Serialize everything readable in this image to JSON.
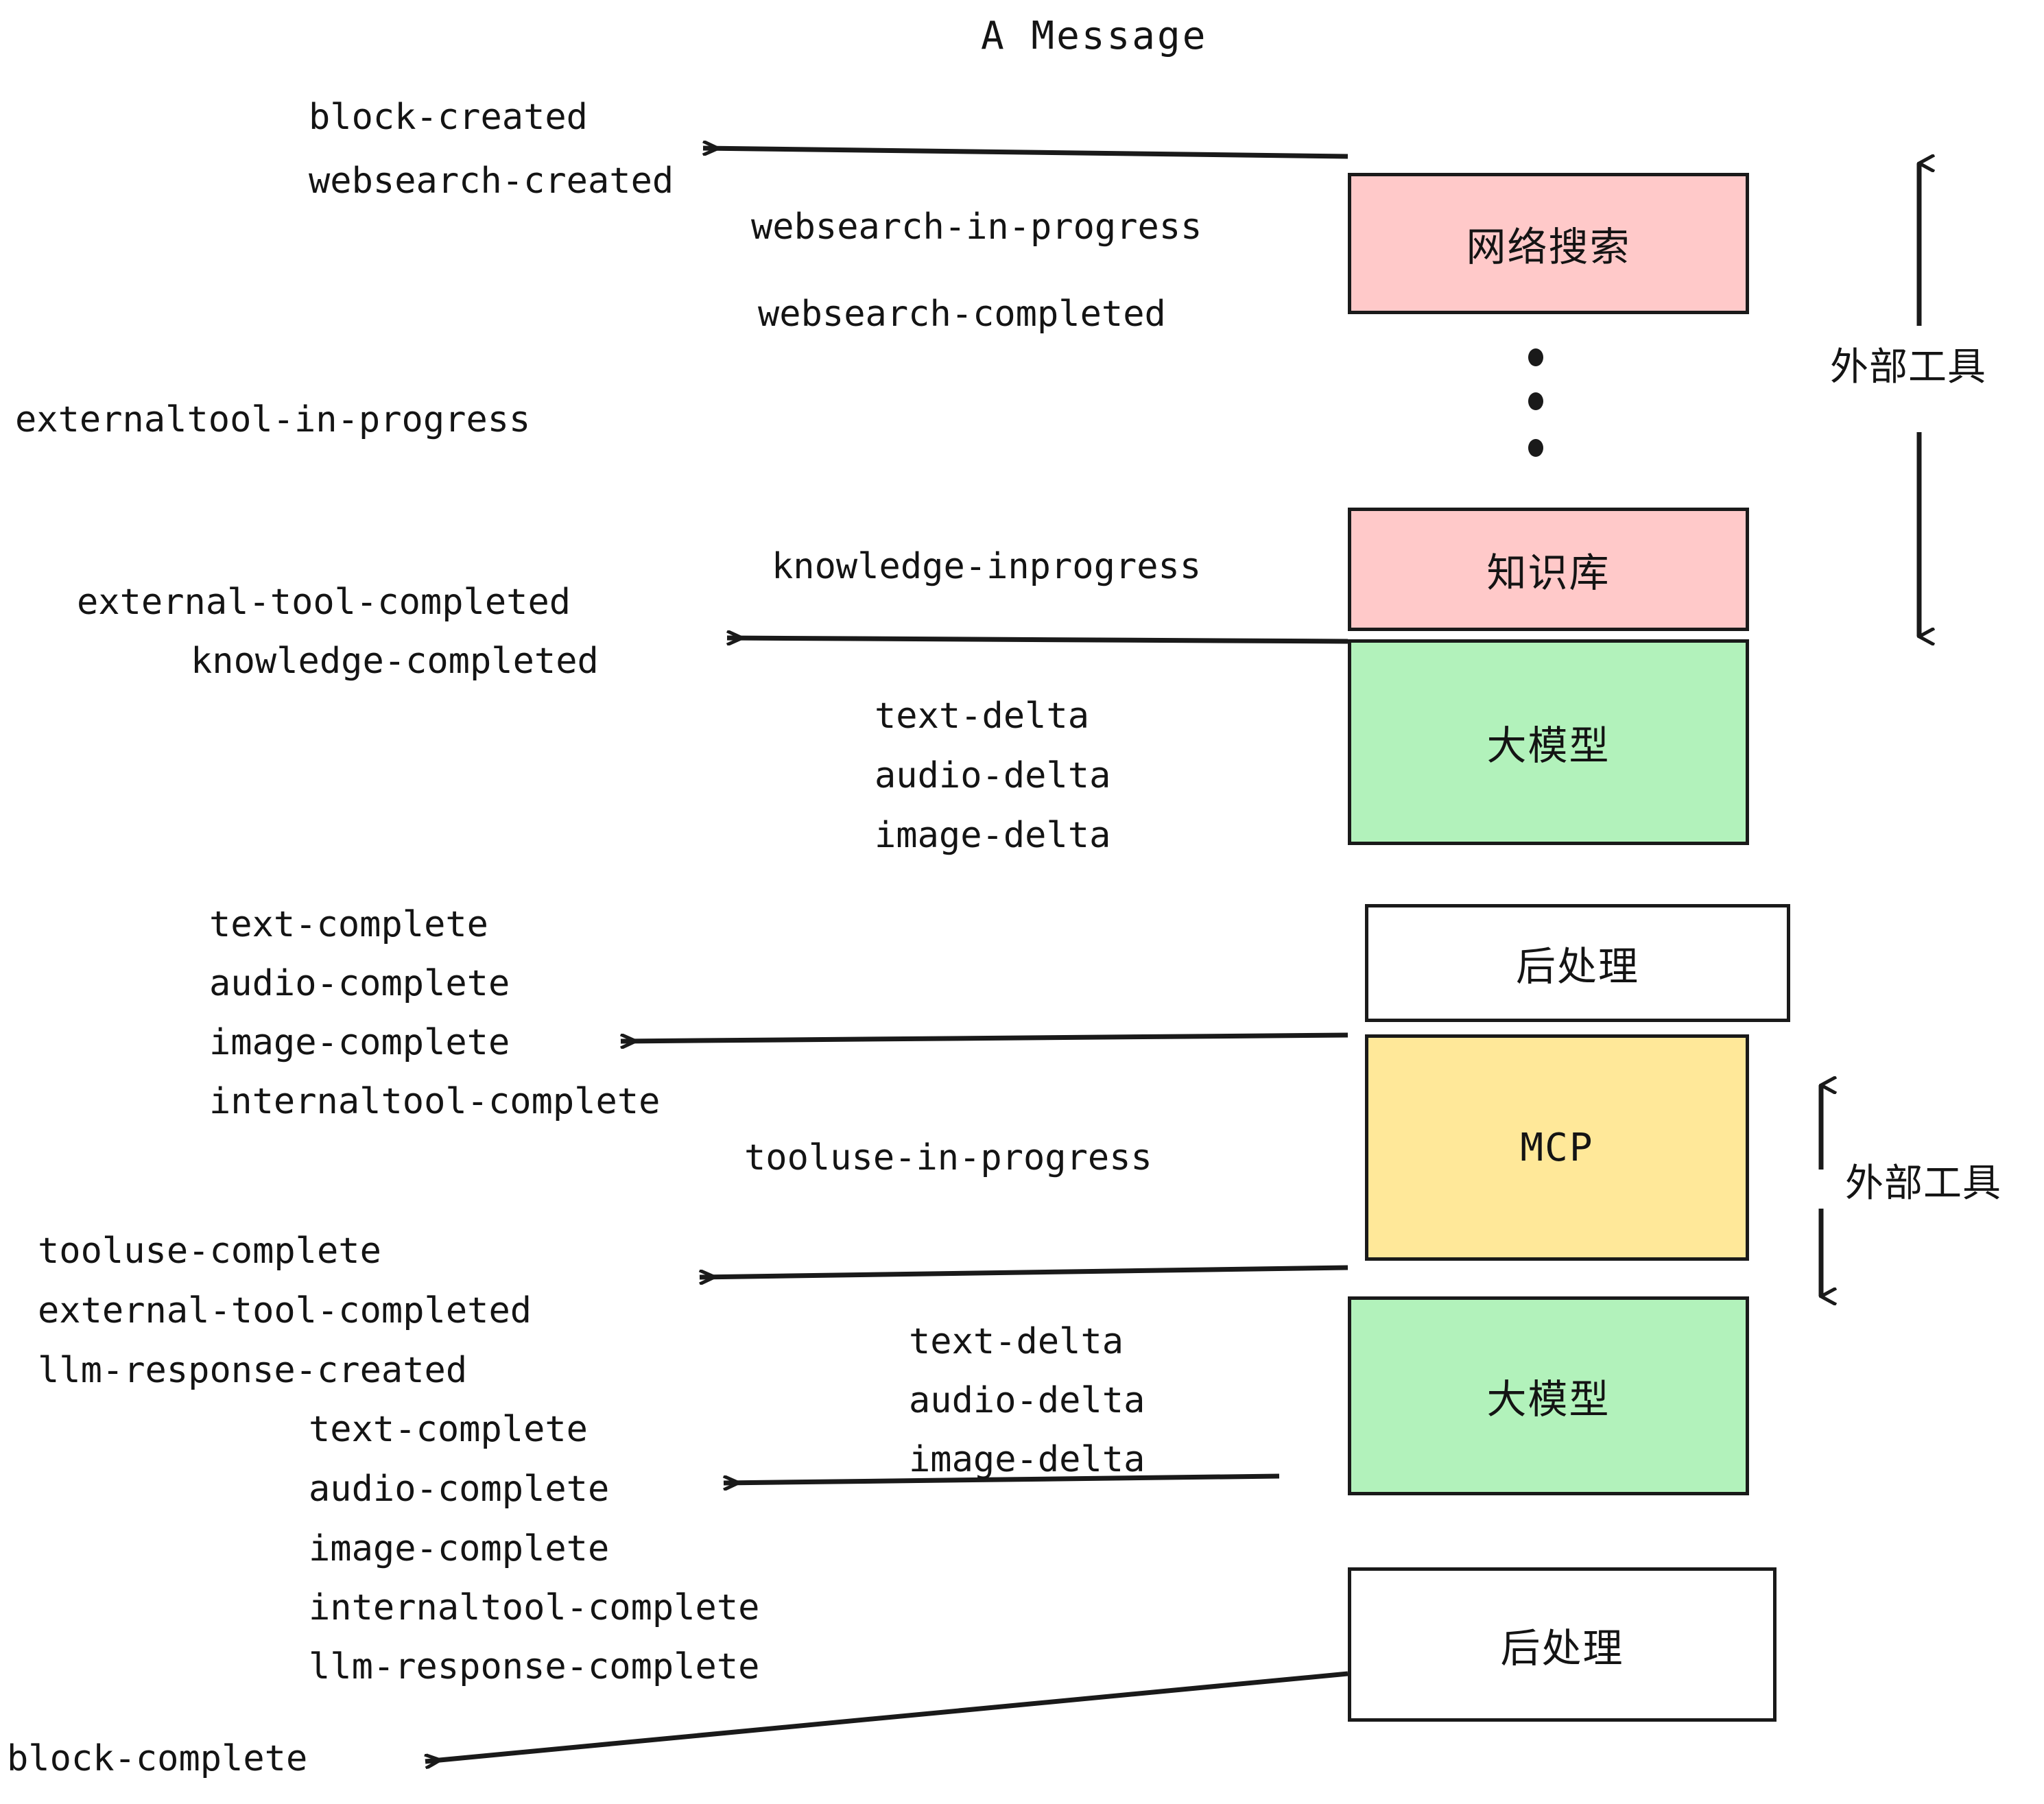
{
  "title": "A Message",
  "colors": {
    "external_tool_fill": "#FFC9C9",
    "llm_fill": "#B2F2BB",
    "mcp_fill": "#FFE899",
    "postprocess_fill": "#FFFFFF",
    "stroke": "#1A1A1A",
    "text": "#141414",
    "background": "#FFFFFF"
  },
  "nodes": [
    {
      "id": "websearch",
      "label": "网络搜索",
      "fill_key": "external_tool_fill"
    },
    {
      "id": "knowledge",
      "label": "知识库",
      "fill_key": "external_tool_fill"
    },
    {
      "id": "llm_top",
      "label": "大模型",
      "fill_key": "llm_fill"
    },
    {
      "id": "post_top",
      "label": "后处理",
      "fill_key": "postprocess_fill"
    },
    {
      "id": "mcp",
      "label": "MCP",
      "fill_key": "mcp_fill"
    },
    {
      "id": "llm_bottom",
      "label": "大模型",
      "fill_key": "llm_fill"
    },
    {
      "id": "post_bottom",
      "label": "后处理",
      "fill_key": "postprocess_fill"
    }
  ],
  "side_labels": [
    {
      "id": "external-tool-top",
      "label": "外部工具"
    },
    {
      "id": "external-tool-bottom",
      "label": "外部工具"
    }
  ],
  "events": [
    {
      "id": "block-created",
      "label": "block-created"
    },
    {
      "id": "websearch-created",
      "label": "websearch-created"
    },
    {
      "id": "websearch-in-progress",
      "label": "websearch-in-progress"
    },
    {
      "id": "websearch-completed",
      "label": "websearch-completed"
    },
    {
      "id": "externaltool-in-progress",
      "label": "externaltool-in-progress"
    },
    {
      "id": "knowledge-inprogress",
      "label": "knowledge-inprogress"
    },
    {
      "id": "external-tool-completed-1",
      "label": "external-tool-completed"
    },
    {
      "id": "knowledge-completed",
      "label": "knowledge-completed"
    },
    {
      "id": "text-delta-1",
      "label": "text-delta"
    },
    {
      "id": "audio-delta-1",
      "label": "audio-delta"
    },
    {
      "id": "image-delta-1",
      "label": "image-delta"
    },
    {
      "id": "text-complete-1",
      "label": "text-complete"
    },
    {
      "id": "audio-complete-1",
      "label": "audio-complete"
    },
    {
      "id": "image-complete-1",
      "label": "image-complete"
    },
    {
      "id": "internaltool-complete-1",
      "label": "internaltool-complete"
    },
    {
      "id": "tooluse-in-progress",
      "label": "tooluse-in-progress"
    },
    {
      "id": "tooluse-complete",
      "label": "tooluse-complete"
    },
    {
      "id": "external-tool-completed-2",
      "label": "external-tool-completed"
    },
    {
      "id": "llm-response-created",
      "label": "llm-response-created"
    },
    {
      "id": "text-delta-2",
      "label": "text-delta"
    },
    {
      "id": "audio-delta-2",
      "label": "audio-delta"
    },
    {
      "id": "image-delta-2",
      "label": "image-delta"
    },
    {
      "id": "text-complete-2",
      "label": "text-complete"
    },
    {
      "id": "audio-complete-2",
      "label": "audio-complete"
    },
    {
      "id": "image-complete-2",
      "label": "image-complete"
    },
    {
      "id": "internaltool-complete-2",
      "label": "internaltool-complete"
    },
    {
      "id": "llm-response-complete",
      "label": "llm-response-complete"
    },
    {
      "id": "block-complete",
      "label": "block-complete"
    }
  ]
}
